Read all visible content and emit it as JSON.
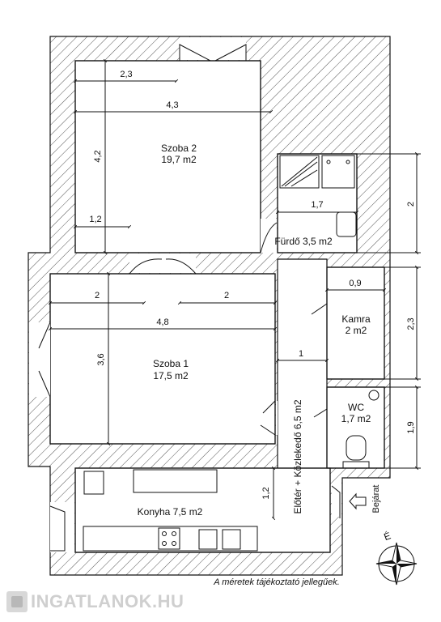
{
  "rooms": {
    "szoba2": {
      "name": "Szoba 2",
      "area": "19,7 m2"
    },
    "szoba1": {
      "name": "Szoba 1",
      "area": "17,5 m2"
    },
    "furdo": {
      "label": "Fürdő 3,5 m2"
    },
    "kamra": {
      "name": "Kamra",
      "area": "2 m2"
    },
    "wc": {
      "name": "WC",
      "area": "1,7 m2"
    },
    "konyha": {
      "label": "Konyha 7,5 m2"
    },
    "eloter": {
      "label": "Előtér + Közlekedő 6,5 m2"
    }
  },
  "dimensions": {
    "d_2_3_top": "2,3",
    "d_4_3": "4,3",
    "d_4_2": "4,2",
    "d_1_2": "1,2",
    "d_1_7": "1,7",
    "d_2_right": "2",
    "d_2_left": "2",
    "d_2_mid": "2",
    "d_4_8": "4,8",
    "d_3_6": "3,6",
    "d_0_9": "0,9",
    "d_2_3_right": "2,3",
    "d_1": "1",
    "d_1_9": "1,9",
    "d_1_2_kitchen": "1,2"
  },
  "entrance": {
    "label": "Bejárat"
  },
  "compass": {
    "label": "É"
  },
  "note": "A méretek tájékoztató jellegűek.",
  "watermark": {
    "text": "INGATLANOK.HU"
  },
  "colors": {
    "wall_hatch": "#444444",
    "line": "#111111",
    "watermark": "#cfcfcf"
  }
}
